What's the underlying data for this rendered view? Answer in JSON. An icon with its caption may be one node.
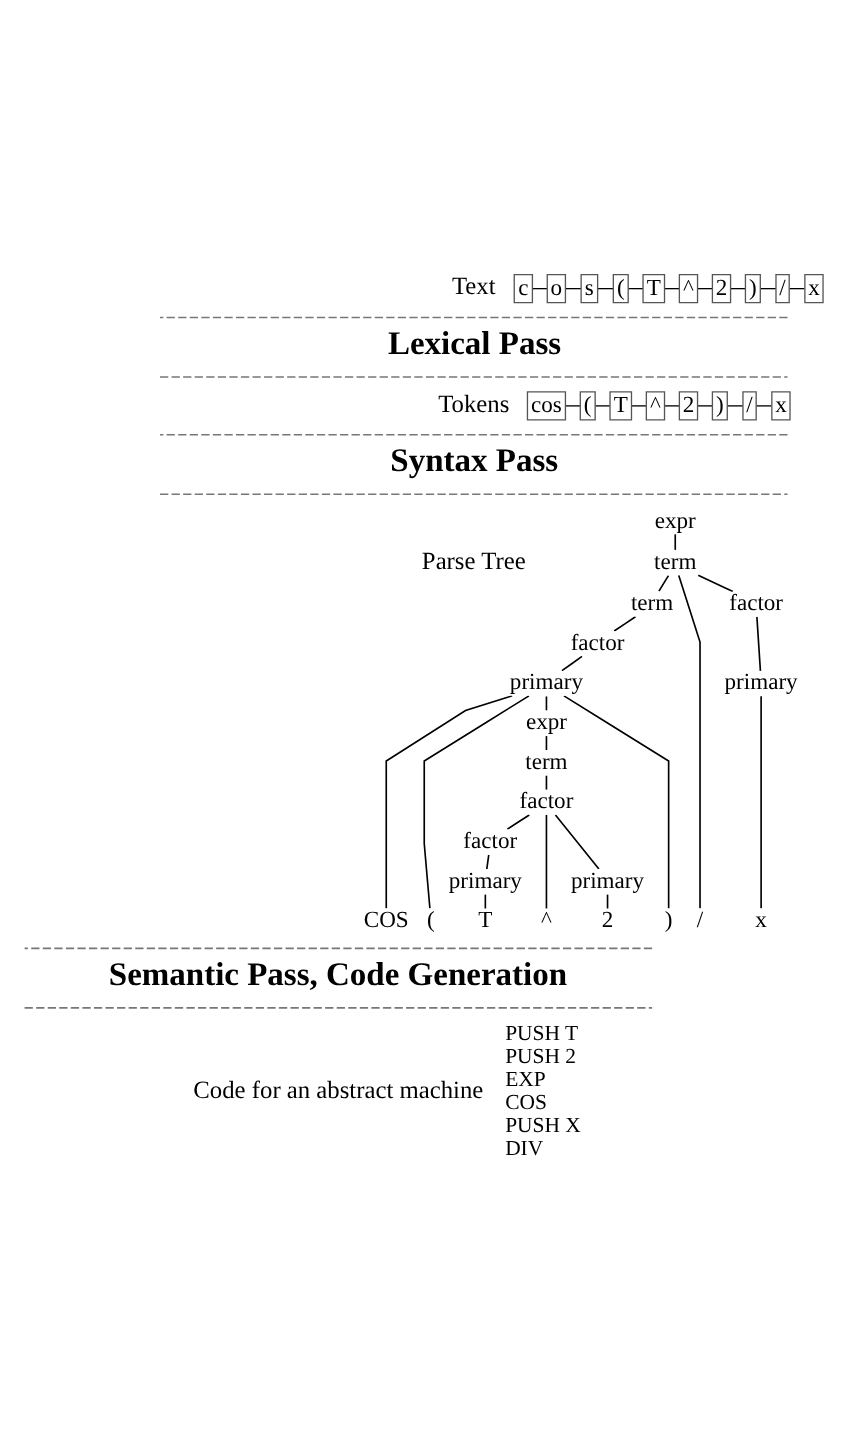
{
  "diagram": {
    "nodes": [
      {
        "text": [
          "c"
        ]
      },
      {
        "text": [
          "o"
        ]
      },
      {
        "text": [
          "s"
        ]
      },
      {
        "text": [
          "("
        ]
      },
      {
        "text": [
          "T"
        ]
      },
      {
        "text": [
          "^"
        ]
      },
      {
        "text": [
          "2"
        ]
      },
      {
        "text": [
          ")"
        ]
      },
      {
        "text": [
          "/"
        ]
      },
      {
        "text": [
          "x"
        ]
      },
      {
        "text": [
          "cos"
        ]
      },
      {
        "text": [
          "("
        ]
      },
      {
        "text": [
          "T"
        ]
      },
      {
        "text": [
          "^"
        ]
      },
      {
        "text": [
          "2"
        ]
      },
      {
        "text": [
          ")"
        ]
      },
      {
        "text": [
          "/"
        ]
      },
      {
        "text": [
          "x"
        ]
      },
      {
        "text": [
          "expr"
        ]
      },
      {
        "text": [
          "term"
        ]
      },
      {
        "text": [
          "term"
        ]
      },
      {
        "text": [
          "factor"
        ]
      },
      {
        "text": [
          "primary"
        ]
      },
      {
        "text": [
          "expr"
        ]
      },
      {
        "text": [
          "term"
        ]
      },
      {
        "text": [
          "factor"
        ]
      },
      {
        "text": [
          "factor"
        ]
      },
      {
        "text": [
          "primary"
        ]
      },
      {
        "text": [
          "primary"
        ]
      },
      {
        "text": [
          "factor"
        ]
      },
      {
        "text": [
          "primary"
        ]
      },
      {
        "text": [
          "COS"
        ]
      },
      {
        "text": [
          "("
        ]
      },
      {
        "text": [
          "T"
        ]
      },
      {
        "text": [
          "^"
        ]
      },
      {
        "text": [
          "2"
        ]
      },
      {
        "text": [
          ")"
        ]
      },
      {
        "text": [
          "/"
        ]
      },
      {
        "text": [
          "x"
        ]
      }
    ],
    "edges": [
      {
        "from": 0,
        "to": 1,
        "arrow": "none"
      },
      {
        "from": 1,
        "to": 2,
        "arrow": "none"
      },
      {
        "from": 2,
        "to": 3,
        "arrow": "none"
      },
      {
        "from": 3,
        "to": 4,
        "arrow": "none"
      },
      {
        "from": 4,
        "to": 5,
        "arrow": "none"
      },
      {
        "from": 5,
        "to": 6,
        "arrow": "none"
      },
      {
        "from": 6,
        "to": 7,
        "arrow": "none"
      },
      {
        "from": 7,
        "to": 8,
        "arrow": "none"
      },
      {
        "from": 8,
        "to": 9,
        "arrow": "none"
      },
      {
        "from": 10,
        "to": 11,
        "arrow": "none"
      },
      {
        "from": 11,
        "to": 12,
        "arrow": "none"
      },
      {
        "from": 12,
        "to": 13,
        "arrow": "none"
      },
      {
        "from": 13,
        "to": 14,
        "arrow": "none"
      },
      {
        "from": 14,
        "to": 15,
        "arrow": "none"
      },
      {
        "from": 15,
        "to": 16,
        "arrow": "none"
      },
      {
        "from": 16,
        "to": 17,
        "arrow": "none"
      },
      {
        "from": 18,
        "to": 19,
        "arrow": "none"
      },
      {
        "from": 19,
        "to": 20,
        "arrow": "none"
      },
      {
        "from": 19,
        "to": 37,
        "arrow": "none"
      },
      {
        "from": 19,
        "to": 29,
        "arrow": "none"
      },
      {
        "from": 20,
        "to": 21,
        "arrow": "none"
      },
      {
        "from": 21,
        "to": 22,
        "arrow": "none"
      },
      {
        "from": 22,
        "to": 31,
        "arrow": "none"
      },
      {
        "from": 22,
        "to": 32,
        "arrow": "none"
      },
      {
        "from": 22,
        "to": 23,
        "arrow": "none"
      },
      {
        "from": 22,
        "to": 36,
        "arrow": "none"
      },
      {
        "from": 23,
        "to": 24,
        "arrow": "none"
      },
      {
        "from": 24,
        "to": 25,
        "arrow": "none"
      },
      {
        "from": 25,
        "to": 26,
        "arrow": "none"
      },
      {
        "from": 25,
        "to": 34,
        "arrow": "none"
      },
      {
        "from": 25,
        "to": 28,
        "arrow": "none"
      },
      {
        "from": 26,
        "to": 27,
        "arrow": "none"
      },
      {
        "from": 27,
        "to": 33,
        "arrow": "none"
      },
      {
        "from": 28,
        "to": 35,
        "arrow": "none"
      },
      {
        "from": 29,
        "to": 30,
        "arrow": "none"
      },
      {
        "from": 30,
        "to": 38,
        "arrow": "none"
      }
    ],
    "labels": [
      "Text",
      "Lexical Pass",
      "Tokens",
      "Syntax Pass",
      "Parse Tree",
      "Semantic Pass, Code Generation",
      "Code for an abstract machine",
      "PUSH T",
      "PUSH 2",
      "EXP",
      "COS",
      "PUSH X",
      "DIV"
    ]
  }
}
